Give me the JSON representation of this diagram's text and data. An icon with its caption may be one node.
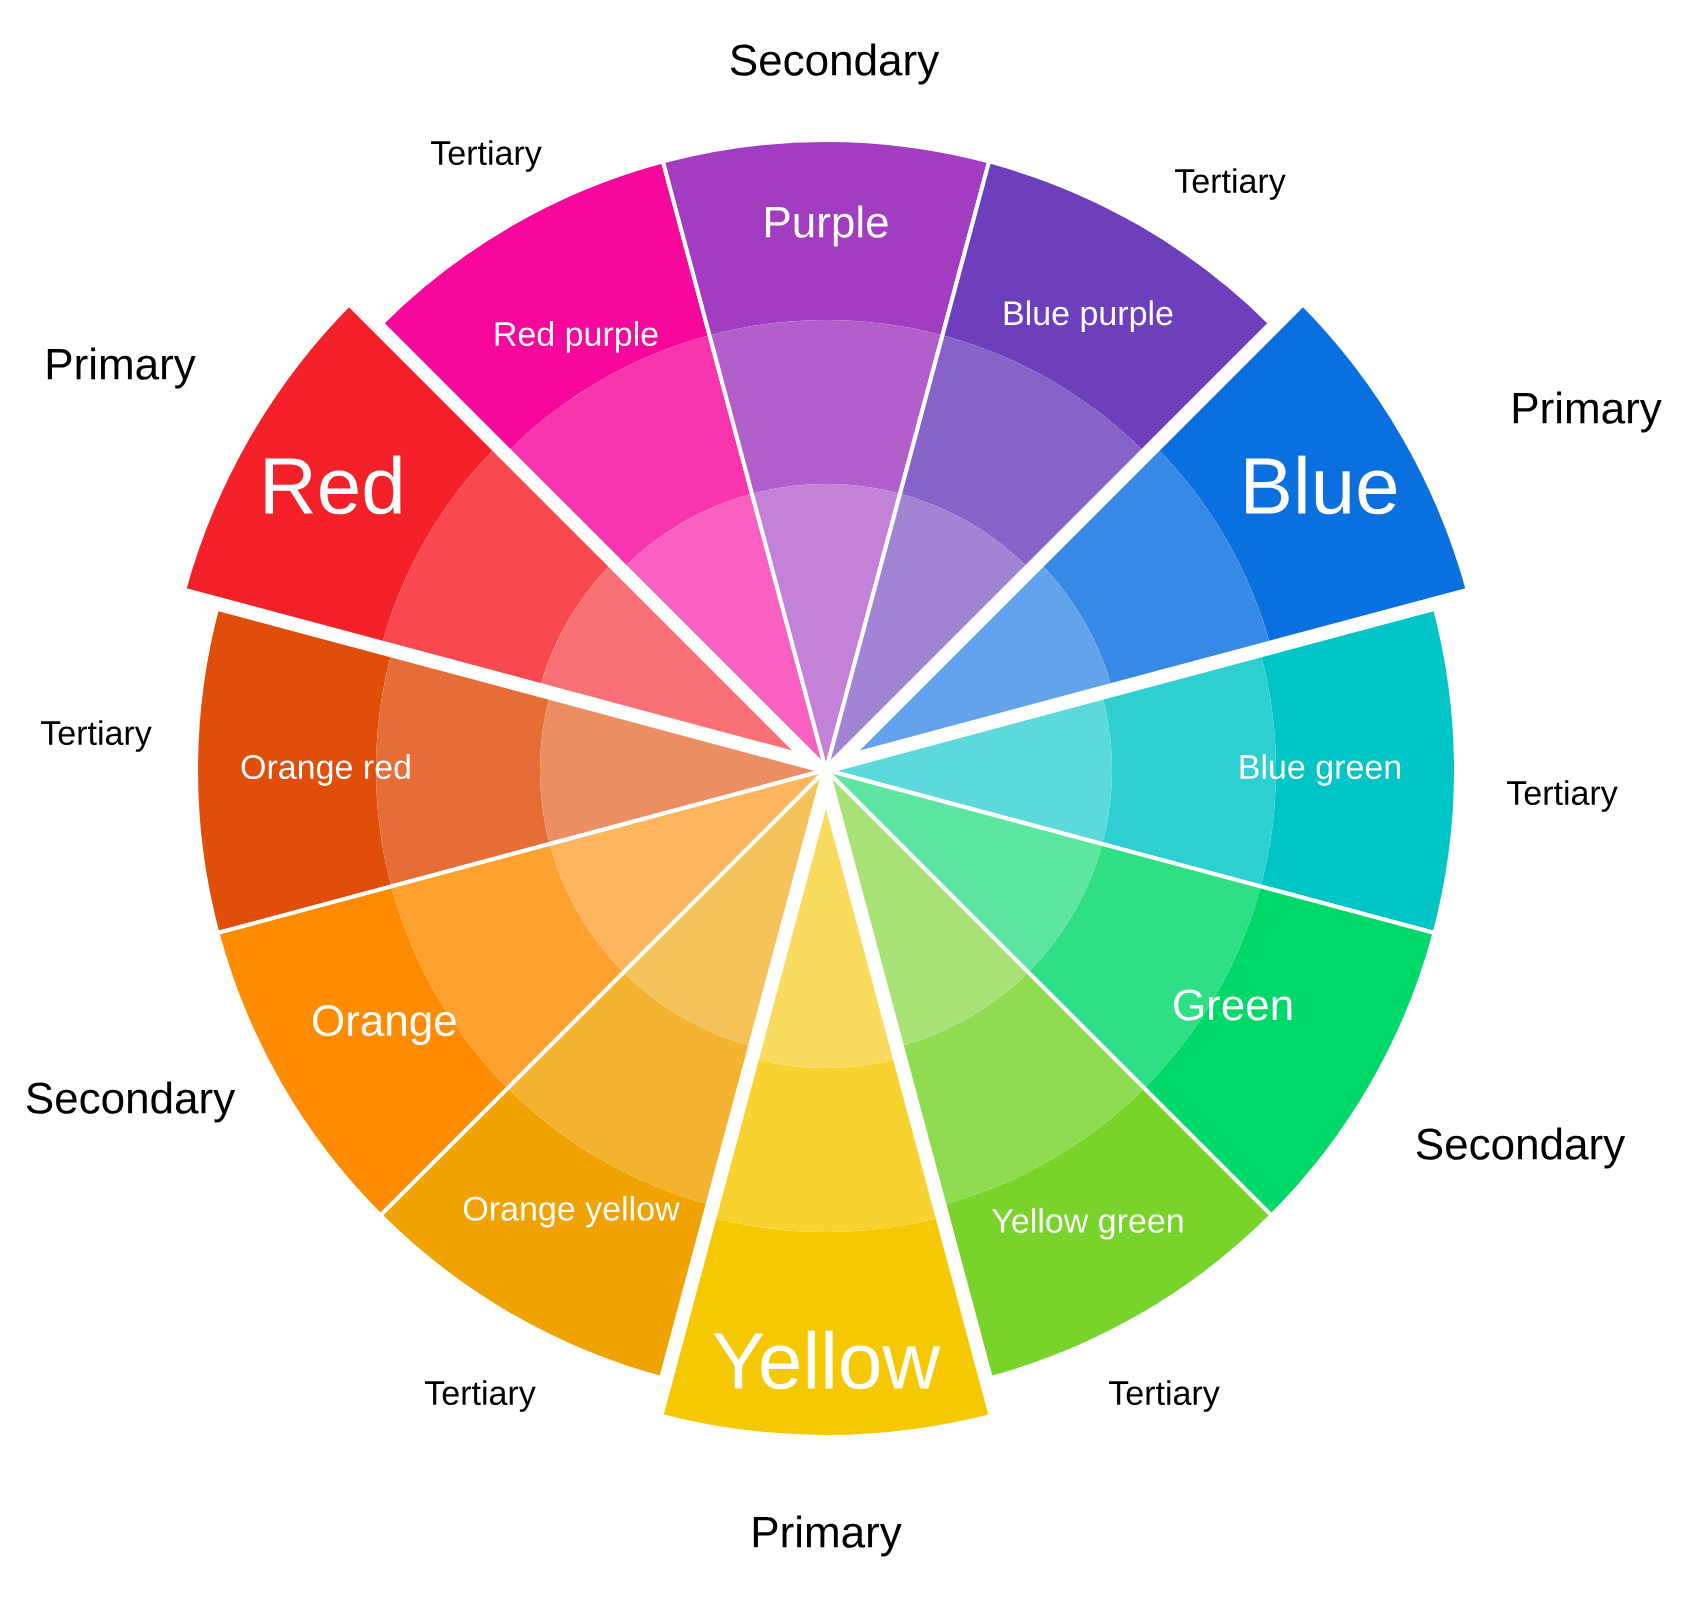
{
  "diagram": {
    "nodes": [
      {
        "text": [
          "Red purple"
        ],
        "beside": [
          "Tertiary"
        ]
      },
      {
        "text": [
          "Purple"
        ],
        "beside": [
          "Secondary"
        ]
      },
      {
        "text": [
          "Blue purple"
        ],
        "beside": [
          "Tertiary"
        ]
      },
      {
        "text": [
          "Red"
        ],
        "beside": [
          "Primary"
        ]
      },
      {
        "text": [
          "Blue"
        ],
        "beside": [
          "Primary"
        ]
      },
      {
        "text": [
          "Orange red"
        ],
        "beside": [
          "Tertiary"
        ]
      },
      {
        "text": [
          "Blue green"
        ],
        "beside": [
          "Tertiary"
        ]
      },
      {
        "text": [
          "Orange"
        ],
        "beside": [
          "Secondary"
        ]
      },
      {
        "text": [
          "Green"
        ],
        "beside": [
          "Secondary"
        ]
      },
      {
        "text": [
          "Orange yellow"
        ],
        "beside": [
          "Tertiary"
        ]
      },
      {
        "text": [
          "Yellow green"
        ],
        "beside": [
          "Tertiary"
        ]
      },
      {
        "text": [
          "Yellow"
        ],
        "beside": [
          "Primary"
        ]
      }
    ]
  }
}
